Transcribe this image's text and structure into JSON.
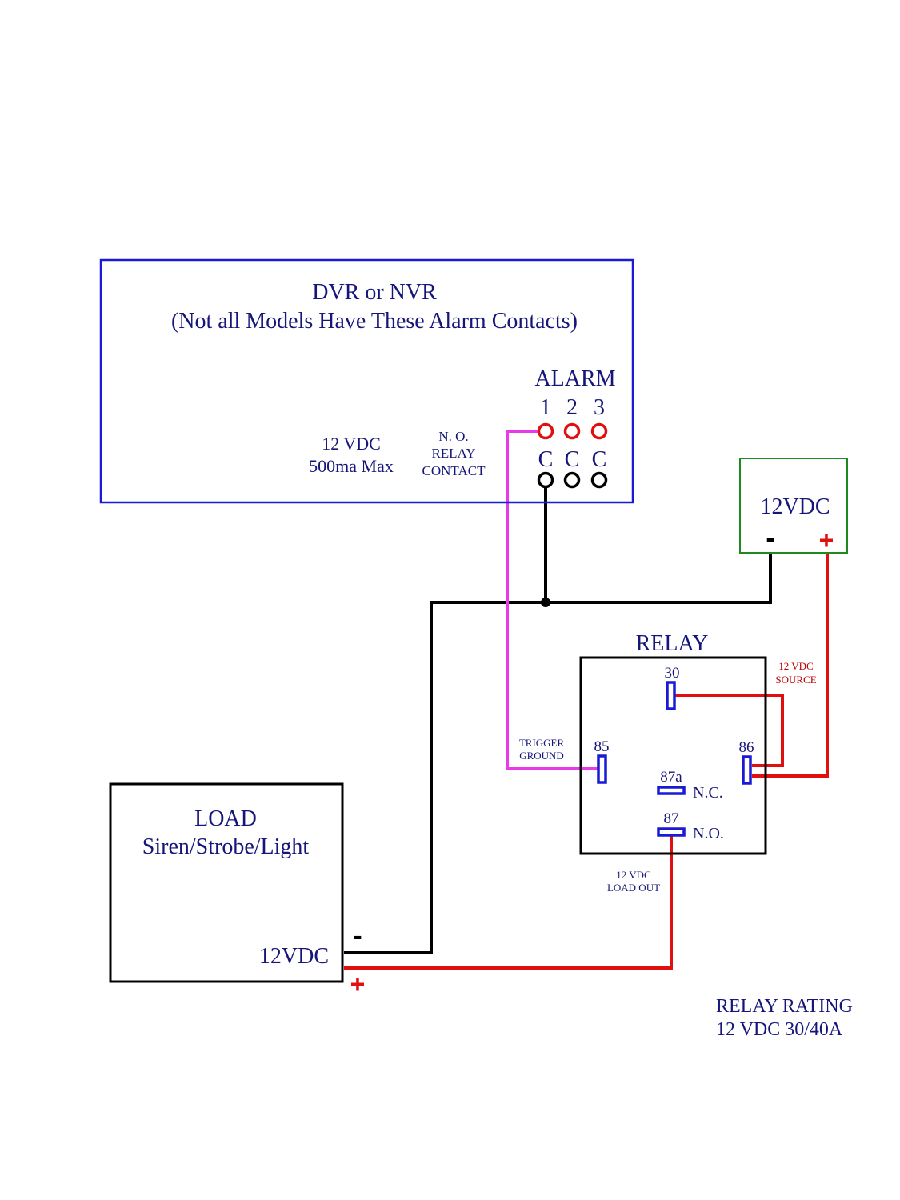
{
  "dvr": {
    "title": "DVR or NVR",
    "subtitle": "(Not all Models Have These Alarm Contacts)",
    "alarm_label": "ALARM",
    "alarm_numbers": [
      "1",
      "2",
      "3"
    ],
    "common_labels": [
      "C",
      "C",
      "C"
    ],
    "rating_line1": "12 VDC",
    "rating_line2": "500ma Max",
    "contact_line1": "N. O.",
    "contact_line2": "RELAY",
    "contact_line3": "CONTACT"
  },
  "supply": {
    "label": "12VDC",
    "minus": "-",
    "plus": "+"
  },
  "relay": {
    "title": "RELAY",
    "pin_30": "30",
    "pin_85": "85",
    "pin_86": "86",
    "pin_87a": "87a",
    "pin_87": "87",
    "nc_label": "N.C.",
    "no_label": "N.O.",
    "source_line1": "12 VDC",
    "source_line2": "SOURCE",
    "trigger_line1": "TRIGGER",
    "trigger_line2": "GROUND",
    "loadout_line1": "12 VDC",
    "loadout_line2": "LOAD OUT",
    "rating_line1": "RELAY RATING",
    "rating_line2": "12 VDC 30/40A"
  },
  "load": {
    "title": "LOAD",
    "subtitle": "Siren/Strobe/Light",
    "voltage": "12VDC",
    "minus": "-",
    "plus": "+"
  },
  "colors": {
    "dvr_border": "#1a1ad6",
    "supply_border": "#1e8a1e",
    "text_blue": "#16167a",
    "wire_black": "#000000",
    "wire_red": "#e01010",
    "wire_magenta": "#e83ae8",
    "pin_blue": "#1a1ad6",
    "alarm_red": "#e01010"
  }
}
